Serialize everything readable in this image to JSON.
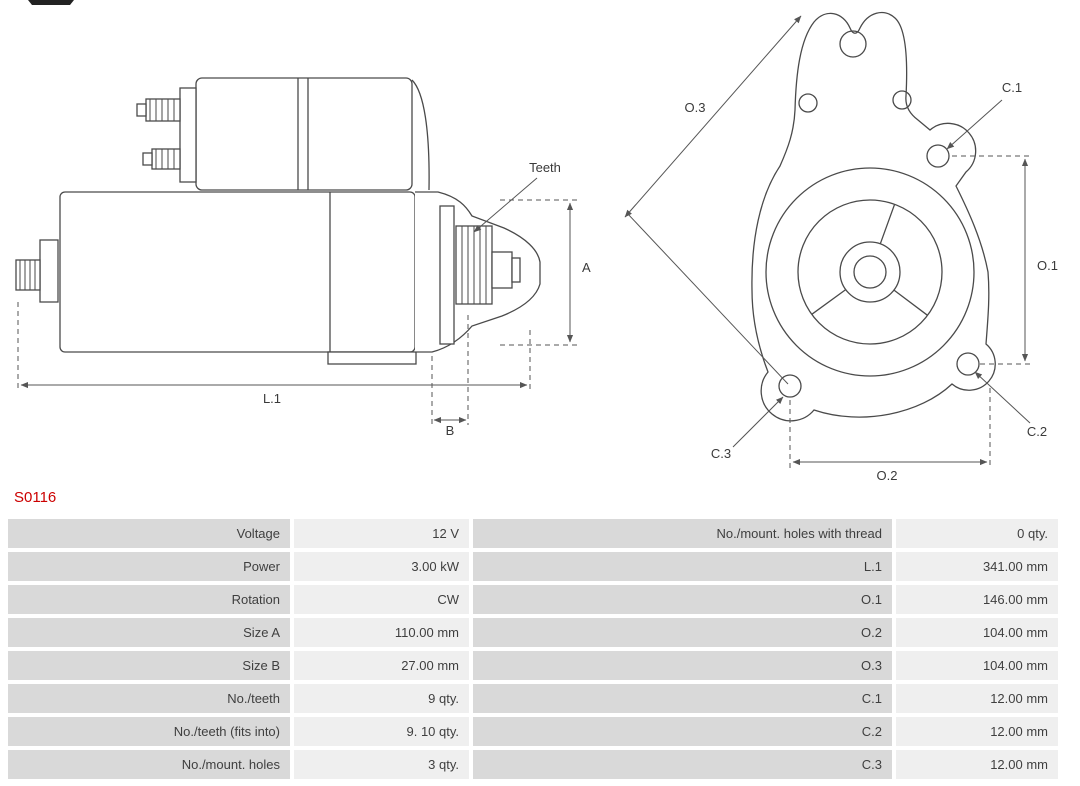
{
  "part": {
    "number": "S0116"
  },
  "colors": {
    "part_number": "#cc0000",
    "label_cell_bg": "#d9d9d9",
    "value_cell_bg": "#efefef",
    "drawing_line": "#4a4a4a",
    "dimension_line": "#555555"
  },
  "diagram": {
    "side_view_labels": {
      "teeth": "Teeth",
      "a": "A",
      "b": "B",
      "l1": "L.1"
    },
    "front_view_labels": {
      "o1": "O.1",
      "o2": "O.2",
      "o3": "O.3",
      "c1": "C.1",
      "c2": "C.2",
      "c3": "C.3"
    }
  },
  "table": {
    "rows": [
      {
        "label_left": "Voltage",
        "value_left": "12 V",
        "label_right": "No./mount. holes with thread",
        "value_right": "0 qty."
      },
      {
        "label_left": "Power",
        "value_left": "3.00 kW",
        "label_right": "L.1",
        "value_right": "341.00 mm"
      },
      {
        "label_left": "Rotation",
        "value_left": "CW",
        "label_right": "O.1",
        "value_right": "146.00 mm"
      },
      {
        "label_left": "Size A",
        "value_left": "110.00 mm",
        "label_right": "O.2",
        "value_right": "104.00 mm"
      },
      {
        "label_left": "Size B",
        "value_left": "27.00 mm",
        "label_right": "O.3",
        "value_right": "104.00 mm"
      },
      {
        "label_left": "No./teeth",
        "value_left": "9 qty.",
        "label_right": "C.1",
        "value_right": "12.00 mm"
      },
      {
        "label_left": "No./teeth (fits into)",
        "value_left": "9. 10 qty.",
        "label_right": "C.2",
        "value_right": "12.00 mm"
      },
      {
        "label_left": "No./mount. holes",
        "value_left": "3 qty.",
        "label_right": "C.3",
        "value_right": "12.00 mm"
      }
    ]
  }
}
